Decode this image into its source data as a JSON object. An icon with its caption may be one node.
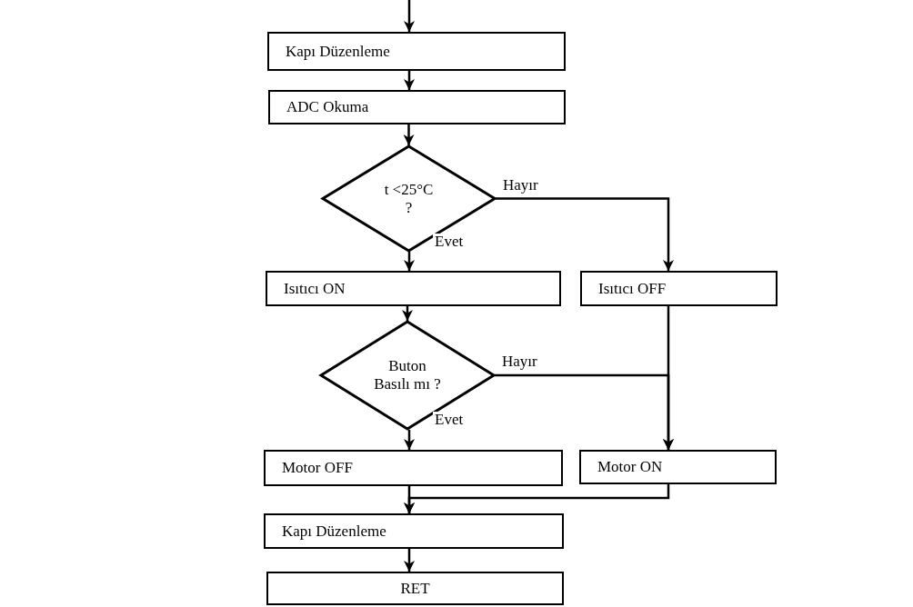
{
  "diagram": {
    "nodes": [
      {
        "text": [
          "Kapı Düzenleme"
        ]
      },
      {
        "text": [
          "ADC Okuma"
        ]
      },
      {
        "text": [
          "t <25°C ?"
        ]
      },
      {
        "text": [
          "Isıtıcı ON"
        ]
      },
      {
        "text": [
          "Isıtıcı OFF"
        ]
      },
      {
        "text": [
          "Buton Basılı mı ?"
        ]
      },
      {
        "text": [
          "Motor OFF"
        ]
      },
      {
        "text": [
          "Motor ON"
        ]
      },
      {
        "text": [
          "Kapı Düzenleme"
        ]
      },
      {
        "text": [
          "RET"
        ]
      }
    ],
    "edges": [
      {
        "from": null,
        "to": 0,
        "arrow": "to"
      },
      {
        "from": 0,
        "to": 1,
        "arrow": "to"
      },
      {
        "from": 1,
        "to": 2,
        "arrow": "to"
      },
      {
        "from": 2,
        "to": 3,
        "arrow": "to",
        "label": "Evet"
      },
      {
        "from": 2,
        "to": 4,
        "arrow": "to",
        "label": "Hayır"
      },
      {
        "from": 3,
        "to": 5,
        "arrow": "to"
      },
      {
        "from": 5,
        "to": 6,
        "arrow": "to",
        "label": "Evet"
      },
      {
        "from": 5,
        "to": 7,
        "arrow": "to",
        "label": "Hayır"
      },
      {
        "from": 4,
        "to": 7,
        "arrow": "to"
      },
      {
        "from": 6,
        "to": 8,
        "arrow": "to"
      },
      {
        "from": 7,
        "to": 8,
        "arrow": "to"
      },
      {
        "from": 8,
        "to": 9,
        "arrow": "to"
      }
    ]
  }
}
